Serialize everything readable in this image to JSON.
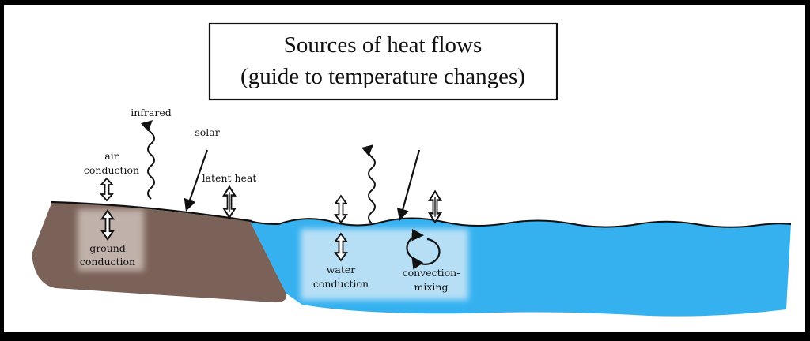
{
  "title": {
    "line1": "Sources of heat flows",
    "line2": "(guide to  temperature changes)"
  },
  "labels": {
    "infrared": "infrared",
    "solar": "solar",
    "air_conduction_1": "air",
    "air_conduction_2": "conduction",
    "latent_heat": "latent heat",
    "ground_conduction_1": "ground",
    "ground_conduction_2": "conduction",
    "water_conduction_1": "water",
    "water_conduction_2": "conduction",
    "convection_1": "convection-",
    "convection_2": "mixing"
  },
  "colors": {
    "background": "#ffffff",
    "frame": "#000000",
    "ground": "#7b6259",
    "ground_highlight": "#c8bab3",
    "water": "#35b1f0",
    "water_highlight": "#c2e3f7",
    "ink": "#111111"
  }
}
